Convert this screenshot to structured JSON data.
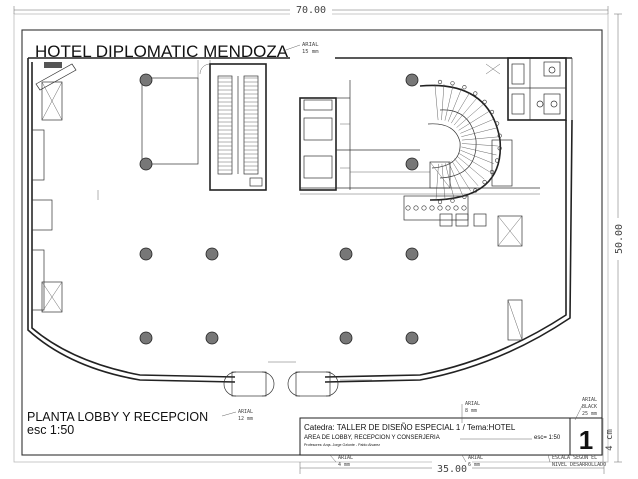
{
  "sheet": {
    "title": "HOTEL DIPLOMATIC MENDOZA",
    "title_note": [
      "ARIAL",
      "15 mm"
    ],
    "plan_title": "PLANTA  LOBBY Y RECEPCION",
    "plan_scale": "esc 1:50",
    "plan_title_note": [
      "ARIAL",
      "12 mm"
    ]
  },
  "dimensions": {
    "top_width": "70.00",
    "right_height": "50.00",
    "bottom_width": "35.00",
    "right_small": "4 cm"
  },
  "title_block": {
    "line1": "Catedra: TALLER DE DISEÑO ESPECIAL 1  / Tema:HOTEL",
    "line2": "AREA DE LOBBY, RECEPCION Y CONSERJERIA",
    "scale": "esc= 1:50",
    "professors": "Profesores: Arqs. Jorge Ozlonte - Pablo Alvarez",
    "sheet_number": "1",
    "note_top": [
      "ARIAL",
      "8 mm"
    ],
    "note_number": [
      "ARIAL",
      "BLACK",
      "25 mm"
    ],
    "note_bottom_left": [
      "ARIAL",
      "4 mm"
    ],
    "note_bottom_mid": [
      "ARIAL",
      "6 mm"
    ],
    "note_bottom_right": [
      "ESCALA SEGUN EL",
      "NIVEL DESARROLLADO"
    ]
  }
}
